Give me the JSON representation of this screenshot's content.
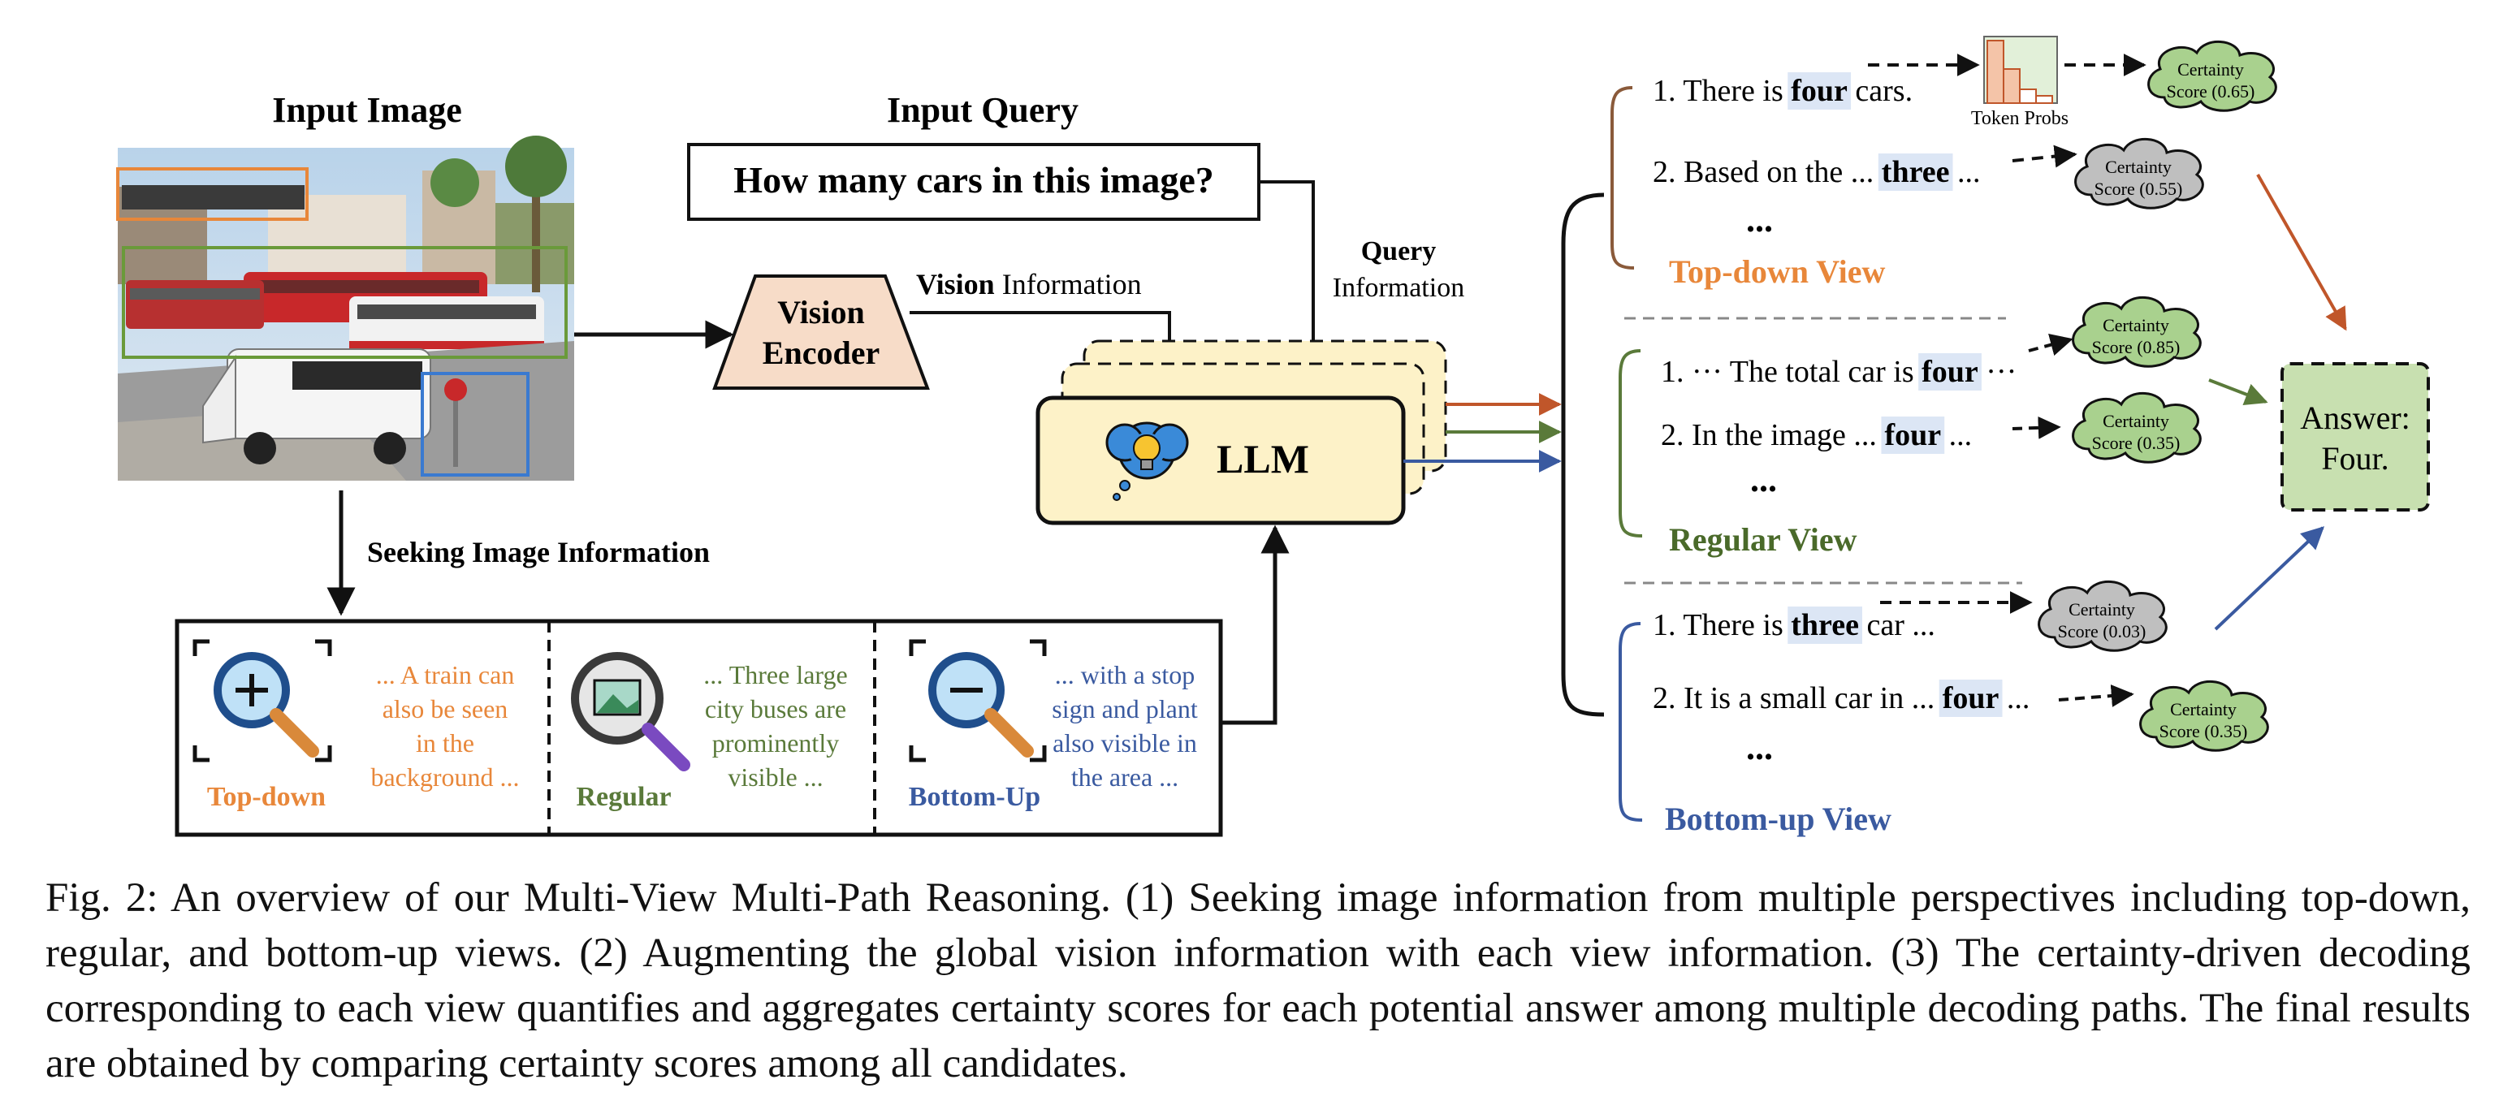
{
  "input_image": {
    "title": "Input Image"
  },
  "input_query": {
    "title": "Input Query",
    "text": "How many cars in this image?"
  },
  "vision_encoder": {
    "line1": "Vision",
    "line2": "Encoder"
  },
  "vision_info": {
    "bold": "Vision",
    "rest": " Information"
  },
  "query_info": {
    "line1": "Query",
    "line2": "Information"
  },
  "llm": {
    "label": "LLM"
  },
  "seeking": {
    "label": "Seeking Image Information"
  },
  "views_box": [
    {
      "name": "Top-down",
      "lines": [
        "... A train can",
        "also be seen",
        "in the",
        "background ..."
      ]
    },
    {
      "name": "Regular",
      "lines": [
        "... Three large",
        "city buses are",
        "prominently",
        "visible ..."
      ]
    },
    {
      "name": "Bottom-Up",
      "lines": [
        "... with a stop",
        "sign and plant",
        "also visible in",
        "the area ..."
      ]
    }
  ],
  "token_probs": "Token Probs",
  "paths": {
    "topdown": {
      "view_label": "Top-down View",
      "p1": {
        "pre": "1. There is ",
        "kw": "four",
        "post": " cars."
      },
      "p2": {
        "pre": "2. Based on the ... ",
        "kw": "three",
        "post": " ..."
      },
      "ellipsis": "...",
      "score1": {
        "l1": "Certainty",
        "l2": "Score (0.65)"
      },
      "score2": {
        "l1": "Certainty",
        "l2": "Score (0.55)"
      }
    },
    "regular": {
      "view_label": "Regular View",
      "p1": {
        "pre": "1. ··· The total car is ",
        "kw": "four",
        "post": " ···"
      },
      "p2": {
        "pre": "2. In the image ... ",
        "kw": "four",
        "post": " ..."
      },
      "ellipsis": "...",
      "score1": {
        "l1": "Certainty",
        "l2": "Score (0.85)"
      },
      "score2": {
        "l1": "Certainty",
        "l2": "Score (0.35)"
      }
    },
    "bottomup": {
      "view_label": "Bottom-up View",
      "p1": {
        "pre": "1. There is ",
        "kw": "three",
        "post": " car ..."
      },
      "p2": {
        "pre": "2. It is a small car in ... ",
        "kw": "four",
        "post": " ..."
      },
      "ellipsis": "...",
      "score1": {
        "l1": "Certainty",
        "l2": "Score (0.03)"
      },
      "score2": {
        "l1": "Certainty",
        "l2": "Score (0.35)"
      }
    }
  },
  "answer": {
    "line1": "Answer:",
    "line2": "Four."
  },
  "caption": "Fig. 2: An overview of our Multi-View Multi-Path Reasoning. (1) Seeking image information from multiple perspectives including top-down, regular, and bottom-up views. (2) Augmenting the global vision information with each view information. (3) The certainty-driven decoding corresponding to each view quantifies and aggregates certainty scores for each potential answer among multiple decoding paths. The final results are obtained by comparing certainty scores among all candidates.",
  "colors": {
    "topdown": "#e8873a",
    "regular": "#5a7a3a",
    "bottomup": "#3a5aa0",
    "llm_fill": "#fdf2c8",
    "score_green": "#a9d18e",
    "score_gray": "#bfbfbf",
    "kw_bg": "#dce6f5",
    "encoder_fill": "#f7dcc8"
  }
}
